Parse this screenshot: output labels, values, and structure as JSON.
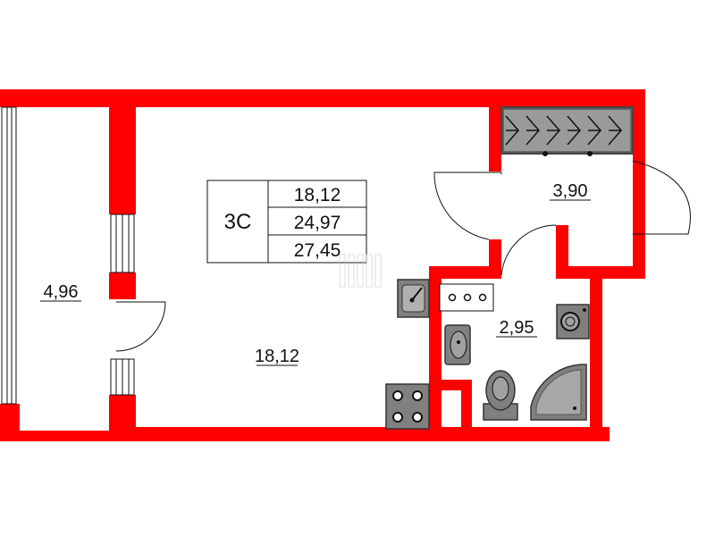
{
  "unit_label": {
    "code": "3С",
    "living_area": "18,12",
    "total_area": "24,97",
    "area_with_balcony": "27,45"
  },
  "rooms": {
    "balcony": "4,96",
    "living_room": "18,12",
    "hallway": "3,90",
    "bathroom": "2,95"
  },
  "colors": {
    "wall": "#ff0000",
    "fixture": "#808080",
    "fixture_dark": "#444444",
    "line": "#111111"
  }
}
